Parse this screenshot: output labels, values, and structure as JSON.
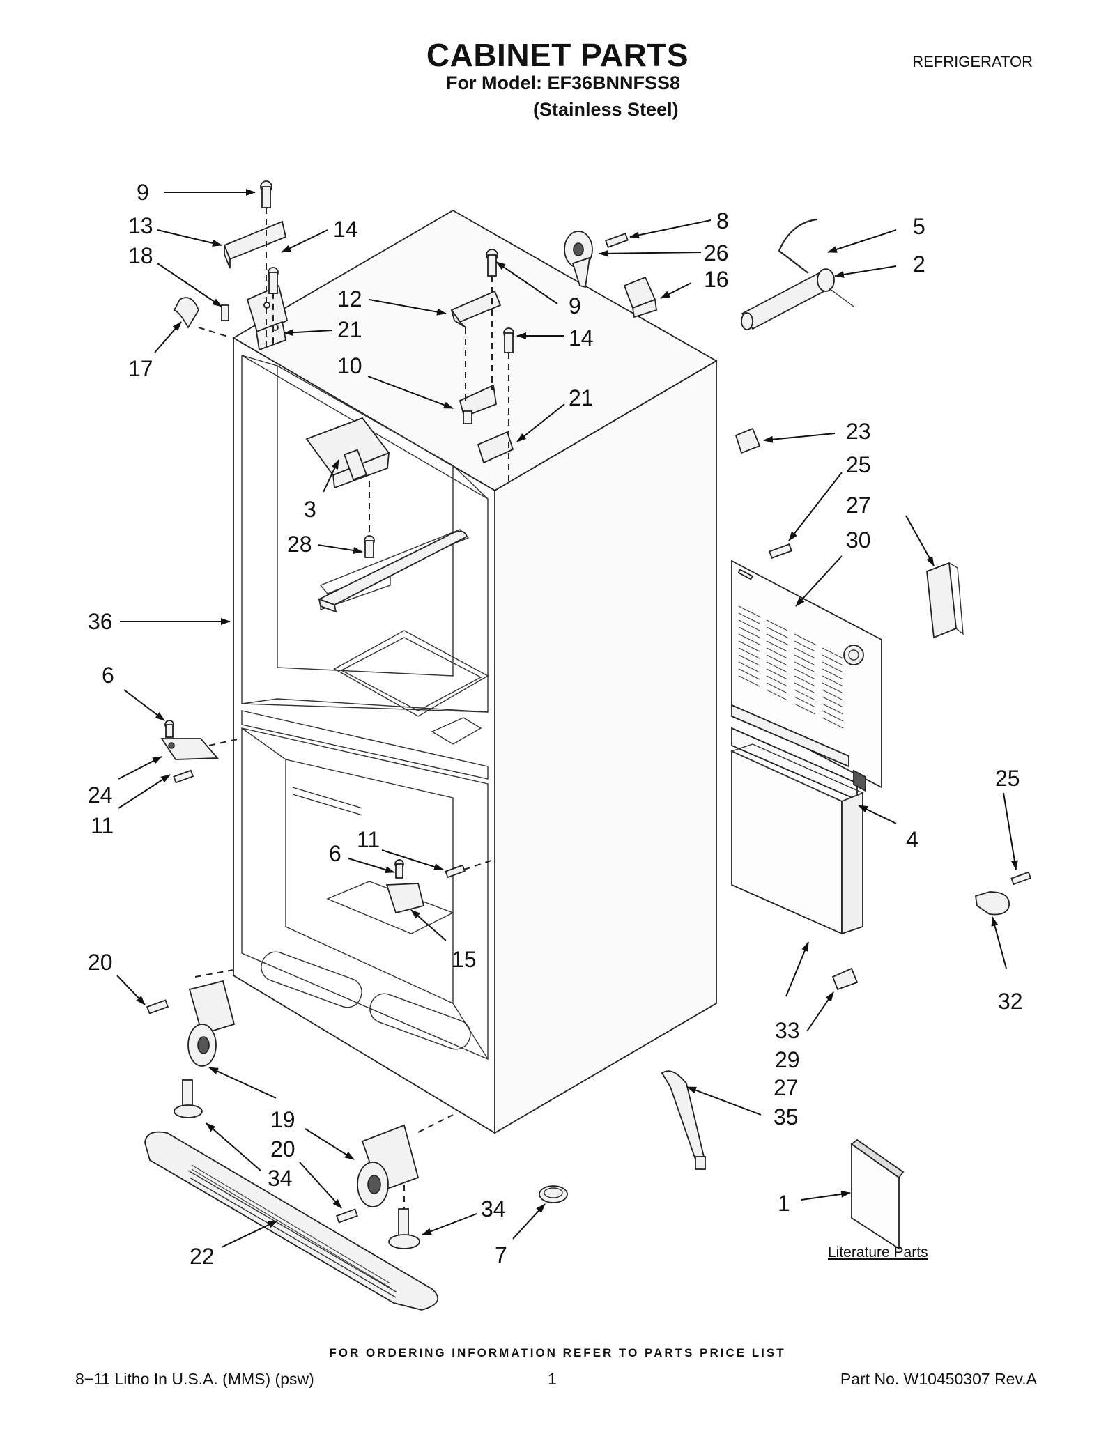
{
  "header": {
    "title": "CABINET PARTS",
    "model_line": "For Model: EF36BNNFSS8",
    "variant_line": "(Stainless Steel)",
    "category": "REFRIGERATOR"
  },
  "callouts": [
    {
      "id": "c9a",
      "label": "9"
    },
    {
      "id": "c13",
      "label": "13"
    },
    {
      "id": "c18",
      "label": "18"
    },
    {
      "id": "c14a",
      "label": "14"
    },
    {
      "id": "c17",
      "label": "17"
    },
    {
      "id": "c21a",
      "label": "21"
    },
    {
      "id": "c12",
      "label": "12"
    },
    {
      "id": "c9b",
      "label": "9"
    },
    {
      "id": "c14b",
      "label": "14"
    },
    {
      "id": "c10",
      "label": "10"
    },
    {
      "id": "c21b",
      "label": "21"
    },
    {
      "id": "c8",
      "label": "8"
    },
    {
      "id": "c26",
      "label": "26"
    },
    {
      "id": "c16",
      "label": "16"
    },
    {
      "id": "c5",
      "label": "5"
    },
    {
      "id": "c2",
      "label": "2"
    },
    {
      "id": "c23",
      "label": "23"
    },
    {
      "id": "c25a",
      "label": "25"
    },
    {
      "id": "c27a",
      "label": "27"
    },
    {
      "id": "c30",
      "label": "30"
    },
    {
      "id": "c3",
      "label": "3"
    },
    {
      "id": "c28",
      "label": "28"
    },
    {
      "id": "c36",
      "label": "36"
    },
    {
      "id": "c6a",
      "label": "6"
    },
    {
      "id": "c24",
      "label": "24"
    },
    {
      "id": "c11a",
      "label": "11"
    },
    {
      "id": "c11b",
      "label": "11"
    },
    {
      "id": "c6b",
      "label": "6"
    },
    {
      "id": "c15",
      "label": "15"
    },
    {
      "id": "c4",
      "label": "4"
    },
    {
      "id": "c25b",
      "label": "25"
    },
    {
      "id": "c32",
      "label": "32"
    },
    {
      "id": "c20a",
      "label": "20"
    },
    {
      "id": "c33",
      "label": "33"
    },
    {
      "id": "c29",
      "label": "29"
    },
    {
      "id": "c19",
      "label": "19"
    },
    {
      "id": "c20b",
      "label": "20"
    },
    {
      "id": "c34a",
      "label": "34"
    },
    {
      "id": "c27b",
      "label": "27"
    },
    {
      "id": "c35",
      "label": "35"
    },
    {
      "id": "c34b",
      "label": "34"
    },
    {
      "id": "c7",
      "label": "7"
    },
    {
      "id": "c1",
      "label": "1"
    },
    {
      "id": "c22",
      "label": "22"
    }
  ],
  "literature_label": "Literature Parts",
  "footer": {
    "ordering_note": "FOR ORDERING INFORMATION REFER TO PARTS PRICE LIST",
    "print_info": "8−11 Litho In U.S.A. (MMS) (psw)",
    "page_number": "1",
    "part_number": "Part No. W10450307 Rev.A"
  }
}
